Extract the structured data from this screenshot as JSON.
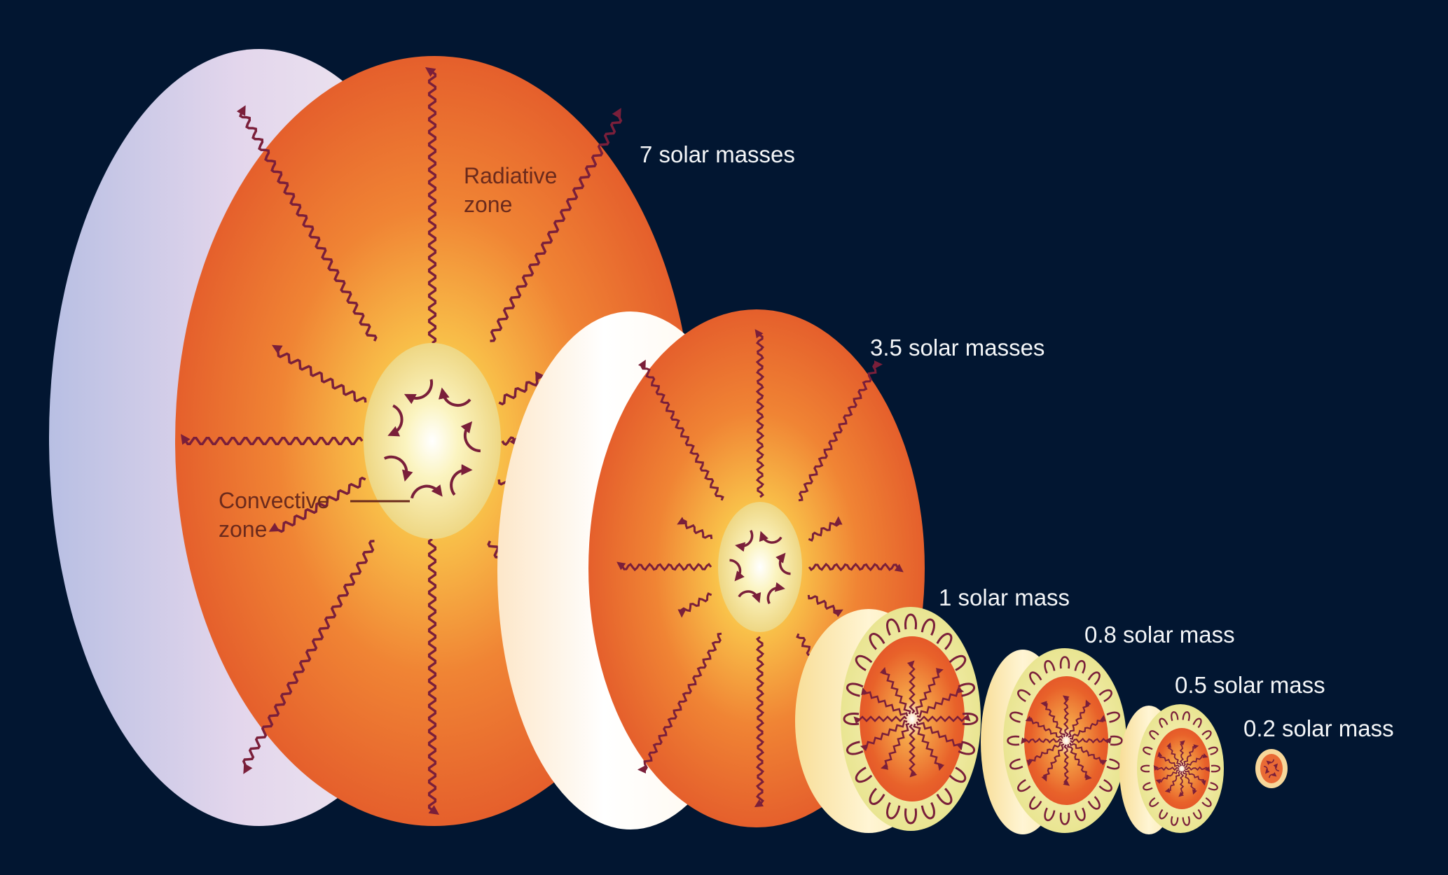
{
  "stars": [
    {
      "mass_label": "7 solar masses"
    },
    {
      "mass_label": "3.5 solar masses"
    },
    {
      "mass_label": "1 solar mass"
    },
    {
      "mass_label": "0.8 solar mass"
    },
    {
      "mass_label": "0.5 solar mass"
    },
    {
      "mass_label": "0.2 solar mass"
    }
  ],
  "zones": {
    "radiative_line1": "Radiative",
    "radiative_line2": "zone",
    "convective_line1": "Convective",
    "convective_line2": "zone"
  },
  "colors": {
    "background": "#021631",
    "radiative": "#e8622a",
    "convective": "#f3e7a0",
    "arrow": "#7a1f3a"
  }
}
